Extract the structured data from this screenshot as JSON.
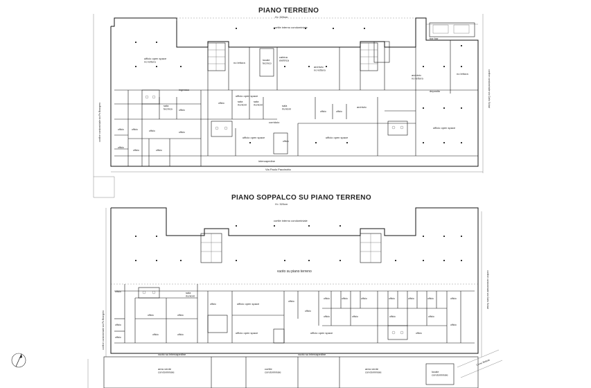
{
  "plans": [
    {
      "title": "PIANO TERRENO",
      "height_note": "H= 320cm",
      "labels": {
        "cortile_interno": "cortile interno condominiale",
        "ufficio_open_space_top": "ufficio open space\nno lettura",
        "locale_tecnico": "locale\ntecnico",
        "cabina_elettrica": "cabina\nelettrica",
        "no_lettura": "no lettura",
        "archivio_no_lettura": "archivio\nno lettura",
        "archivio_no_lettura_r": "archivio\nno lettura",
        "no_lettura_r": "no lettura",
        "bar_bar": "bar bar",
        "ufficio_open_space_mid": "ufficio open space",
        "sala_riunioni_1": "sala\nriunioni",
        "sala_riunioni_2": "sala\nriunioni",
        "sala_riunioni_3": "sala\nriunioni",
        "archivio": "archivio",
        "deposito": "deposito",
        "corridoio": "corridoio",
        "ingresso": "ingresso",
        "sala_tecnica": "sala\ntecnica",
        "ufficio": "ufficio",
        "ufficio_open_space_bottom": "ufficio open space",
        "ufficio_open_space_right": "ufficio open space",
        "intercapedine": "intercapedine",
        "side_left": "confine condominiale via Po Brangero",
        "side_right": "confine condominiale via Carlo Sclavi",
        "bottom_road": "Via Paolo Paccinotto"
      }
    },
    {
      "title": "PIANO SOPPALCO SU PIANO TERRENO",
      "height_note": "H= 320cm",
      "labels": {
        "cortile_interno": "cortile interno condominiale",
        "vuoto": "vuoto su piano terreno",
        "sala_riunioni": "sala\nriunioni",
        "ufficio": "ufficio",
        "ufficio_open_space_a": "ufficio open space",
        "ufficio_open_space_b": "ufficio open space",
        "ufficio_open_space_c": "ufficio open space",
        "vuoto_intercapedine_l": "vuoto su intercapedine",
        "vuoto_intercapedine_r": "vuoto su intercapedine",
        "area_verde_l": "area verde\ncondominiale",
        "cortile_cond": "cortile\ncondominiale",
        "area_verde_r": "area verde\ncondominiale",
        "locale_condominiale": "locale\ncondominiale",
        "side_left": "confine condominiale via Po Brangero",
        "side_right": "confine condominiale via Carlo Sclavi",
        "road": "Corso Bettola"
      }
    }
  ],
  "north_arrow_icon": "north-arrow-icon"
}
